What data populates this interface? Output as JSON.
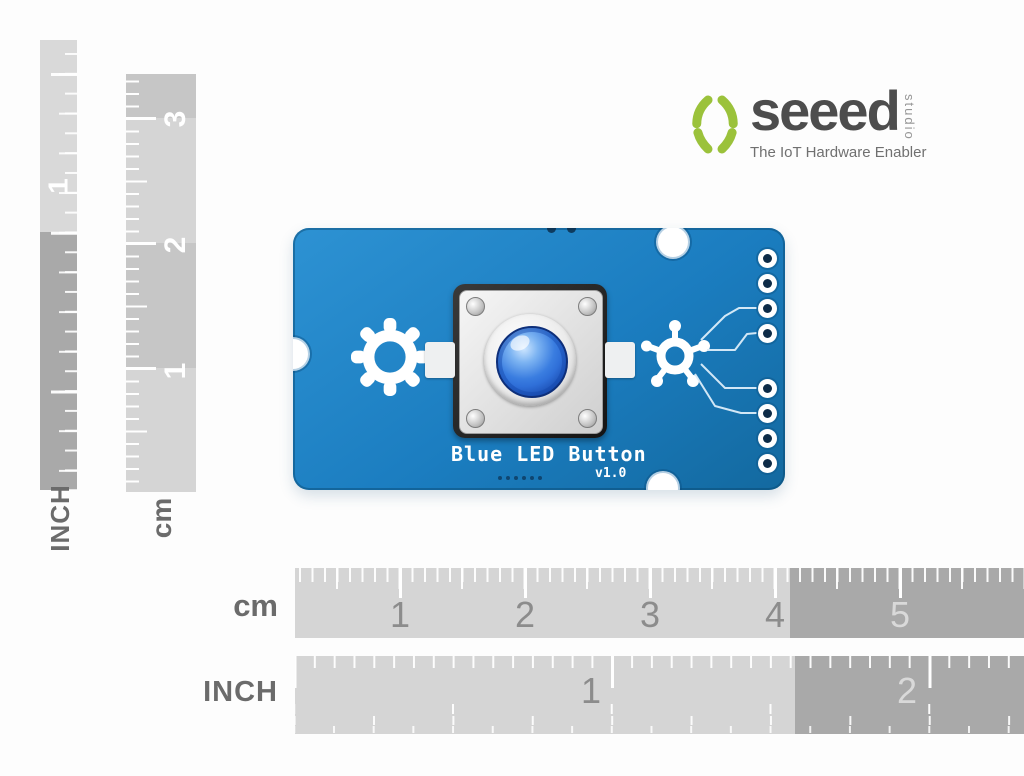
{
  "logo": {
    "brand": "seeed",
    "brand_sub": "studio",
    "tagline": "The IoT Hardware Enabler"
  },
  "board": {
    "silkscreen_title": "Blue LED Button",
    "version": "v1.0"
  },
  "rulers": {
    "left_inch": {
      "unit_label": "INCH",
      "numbers": [
        "1"
      ]
    },
    "left_cm": {
      "unit_label": "cm",
      "numbers": [
        "3",
        "2",
        "1"
      ]
    },
    "bottom_cm": {
      "unit_label": "cm",
      "numbers": [
        "1",
        "2",
        "3",
        "4",
        "5"
      ]
    },
    "bottom_inch": {
      "unit_label": "INCH",
      "numbers": [
        "1",
        "2"
      ]
    }
  },
  "colors": {
    "pcb_blue": "#1b7dc0",
    "led_blue": "#2f6fd8",
    "logo_green": "#9bc23b",
    "brand_gray": "#4d4d4d",
    "ruler_light": "#d5d5d5",
    "ruler_dark": "#a9a9a9",
    "silk_white": "#ffffff"
  }
}
